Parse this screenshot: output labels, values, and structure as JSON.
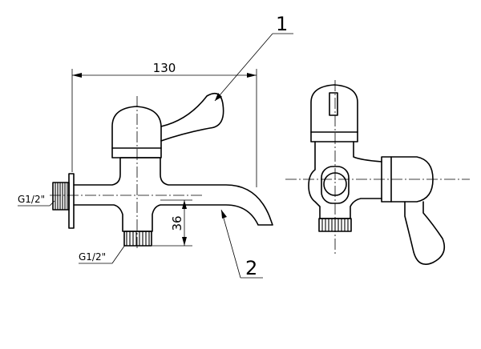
{
  "dimensions": {
    "overall_length": "130",
    "outlet_height": "36"
  },
  "thread_labels": {
    "inlet": "G1/2\"",
    "outlet": "G1/2\""
  },
  "part_labels": {
    "handle": "1",
    "spout": "2"
  }
}
